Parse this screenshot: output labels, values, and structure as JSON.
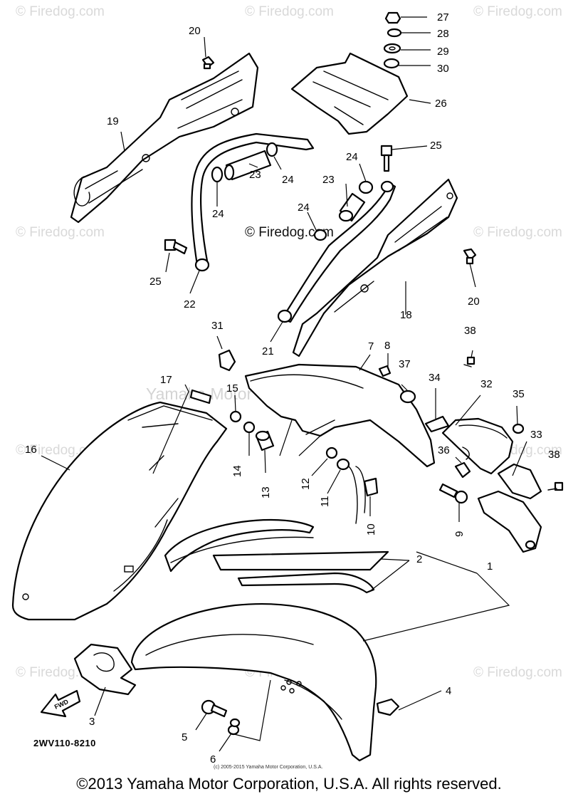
{
  "watermarks": {
    "brand": "© Firedog.com",
    "center": "© Firedog.com",
    "middle": "Yamaha Motor Corp. U.S.A."
  },
  "diagram_code": "2WV110-8210",
  "fwd_label": "FWD",
  "small_copyright": "(c) 2005-2015 Yamaha Motor Corporation, U.S.A.",
  "footer_copyright": "©2013 Yamaha Motor Corporation, U.S.A. All rights reserved.",
  "callouts": {
    "n1": "1",
    "n2": "2",
    "n3": "3",
    "n4": "4",
    "n5": "5",
    "n6": "6",
    "n7": "7",
    "n8": "8",
    "n9": "9",
    "n10": "10",
    "n11": "11",
    "n12": "12",
    "n13": "13",
    "n14": "14",
    "n15": "15",
    "n16": "16",
    "n17": "17",
    "n18": "18",
    "n19": "19",
    "n20a": "20",
    "n20b": "20",
    "n21": "21",
    "n22": "22",
    "n23a": "23",
    "n23b": "23",
    "n24a": "24",
    "n24b": "24",
    "n24c": "24",
    "n24d": "24",
    "n25a": "25",
    "n25b": "25",
    "n26": "26",
    "n27": "27",
    "n28": "28",
    "n29": "29",
    "n30": "30",
    "n31": "31",
    "n32": "32",
    "n33": "33",
    "n34": "34",
    "n35": "35",
    "n36": "36",
    "n37": "37",
    "n38a": "38",
    "n38b": "38"
  }
}
